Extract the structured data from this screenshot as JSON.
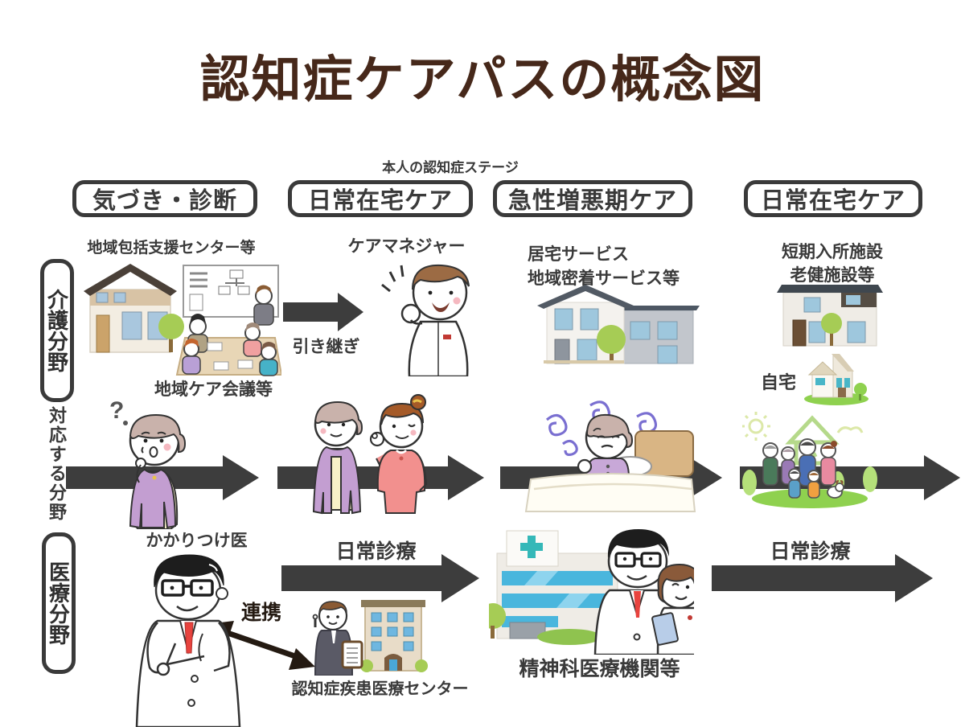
{
  "title": "認知症ケアパスの概念図",
  "stages": {
    "subtitle": "本人の認知症ステージ",
    "items": [
      "気づき・診断",
      "日常在宅ケア",
      "急性増悪期ケア",
      "日常在宅ケア"
    ]
  },
  "side": {
    "care_domain": "介護分野",
    "axis_label": "対応する分野",
    "medical_domain": "医療分野"
  },
  "care_row": {
    "community_center": "地域包括支援センター等",
    "community_meeting": "地域ケア会議等",
    "care_manager": "ケアマネジャー",
    "handover": "引き継ぎ",
    "home_service_line1": "居宅サービス",
    "home_service_line2": "地域密着サービス等",
    "short_stay_line1": "短期入所施設",
    "short_stay_line2": "老健施設等",
    "home": "自宅"
  },
  "medical_row": {
    "family_doctor": "かかりつけ医",
    "daily_care_left": "日常診療",
    "cooperation": "連携",
    "dementia_center": "認知症疾患医療センター",
    "psychiatric_org": "精神科医療機関等",
    "daily_care_right": "日常診療"
  },
  "glyphs": {
    "question_mark": "?"
  },
  "colors": {
    "title": "#46281a",
    "outline": "#3a3a3a",
    "arrow": "#3d3d3d",
    "cooperation_arrow": "#241a12",
    "background": "#ffffff"
  }
}
